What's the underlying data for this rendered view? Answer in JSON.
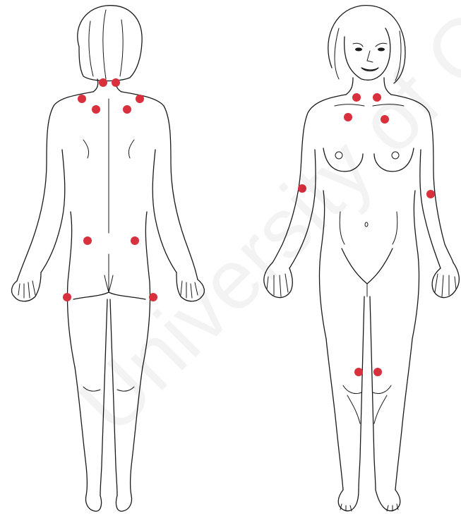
{
  "watermark": {
    "text": "University of Cape Town"
  },
  "figures": {
    "back": {
      "label": "posterior view"
    },
    "front": {
      "label": "anterior view"
    }
  },
  "colors": {
    "tender_point": "#d8303d",
    "outline": "#1a1a1a",
    "background": "#ffffff"
  },
  "tender_points": {
    "back": [
      {
        "name": "occiput-left"
      },
      {
        "name": "occiput-right"
      },
      {
        "name": "trapezius-left"
      },
      {
        "name": "trapezius-right"
      },
      {
        "name": "supraspinatus-left"
      },
      {
        "name": "supraspinatus-right"
      },
      {
        "name": "gluteal-left"
      },
      {
        "name": "gluteal-right"
      },
      {
        "name": "greater-trochanter-left"
      },
      {
        "name": "greater-trochanter-right"
      }
    ],
    "front": [
      {
        "name": "low-cervical-left"
      },
      {
        "name": "low-cervical-right"
      },
      {
        "name": "second-rib-left"
      },
      {
        "name": "second-rib-right"
      },
      {
        "name": "lateral-epicondyle-left"
      },
      {
        "name": "lateral-epicondyle-right"
      },
      {
        "name": "knee-left"
      },
      {
        "name": "knee-right"
      }
    ]
  }
}
